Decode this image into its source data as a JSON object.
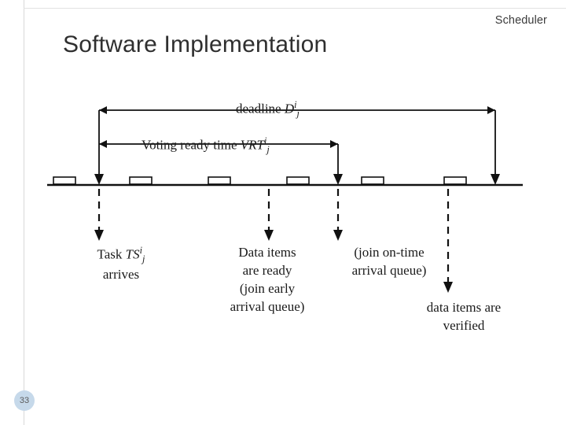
{
  "slide": {
    "title": "Software Implementation",
    "header_label": "Scheduler",
    "page_number": "33",
    "accent_color": "#c6d9ea",
    "text_color": "#2f2f2f"
  },
  "figure": {
    "name": "timeline-diagram",
    "labels": {
      "deadline": "deadline",
      "deadline_symbol": "D",
      "deadline_sub": "j",
      "deadline_sup": "i",
      "vrt": "Voting ready time",
      "vrt_symbol": "VRT",
      "vrt_sub": "j",
      "vrt_sup": "i",
      "task_arrives_line1": "Task",
      "task_symbol": "TS",
      "task_sub": "j",
      "task_sup": "i",
      "task_arrives_line2": "arrives",
      "data_ready_line1": "Data items",
      "data_ready_line2": "are ready",
      "data_ready_line3": "(join early",
      "data_ready_line4": "arrival queue)",
      "join_ontime_line1": "(join on-time",
      "join_ontime_line2": "arrival queue)",
      "verified_line1": "data items are",
      "verified_line2": "verified"
    }
  }
}
